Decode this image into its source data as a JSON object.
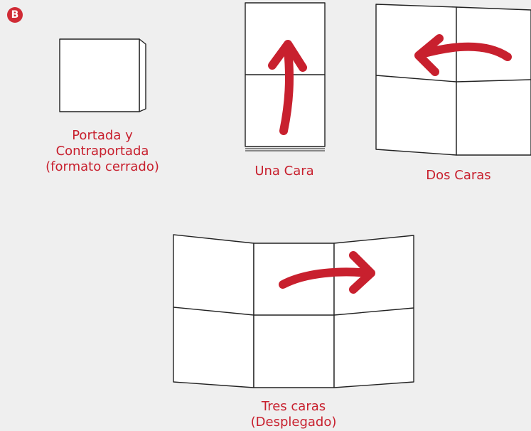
{
  "panel_label": "B",
  "colors": {
    "accent": "#c8202e",
    "line": "#222222",
    "paper": "#ffffff",
    "background": "#efefef"
  },
  "figures": {
    "closed": {
      "caption": [
        "Portada y",
        "Contraportada",
        "(formato cerrado)"
      ]
    },
    "one_face": {
      "caption": [
        "Una Cara"
      ],
      "arrow": "up-arrow"
    },
    "two_faces": {
      "caption": [
        "Dos Caras"
      ],
      "arrow": "left-arrow"
    },
    "three_faces": {
      "caption": [
        "Tres caras",
        "(Desplegado)"
      ],
      "arrow": "right-arrow"
    }
  }
}
